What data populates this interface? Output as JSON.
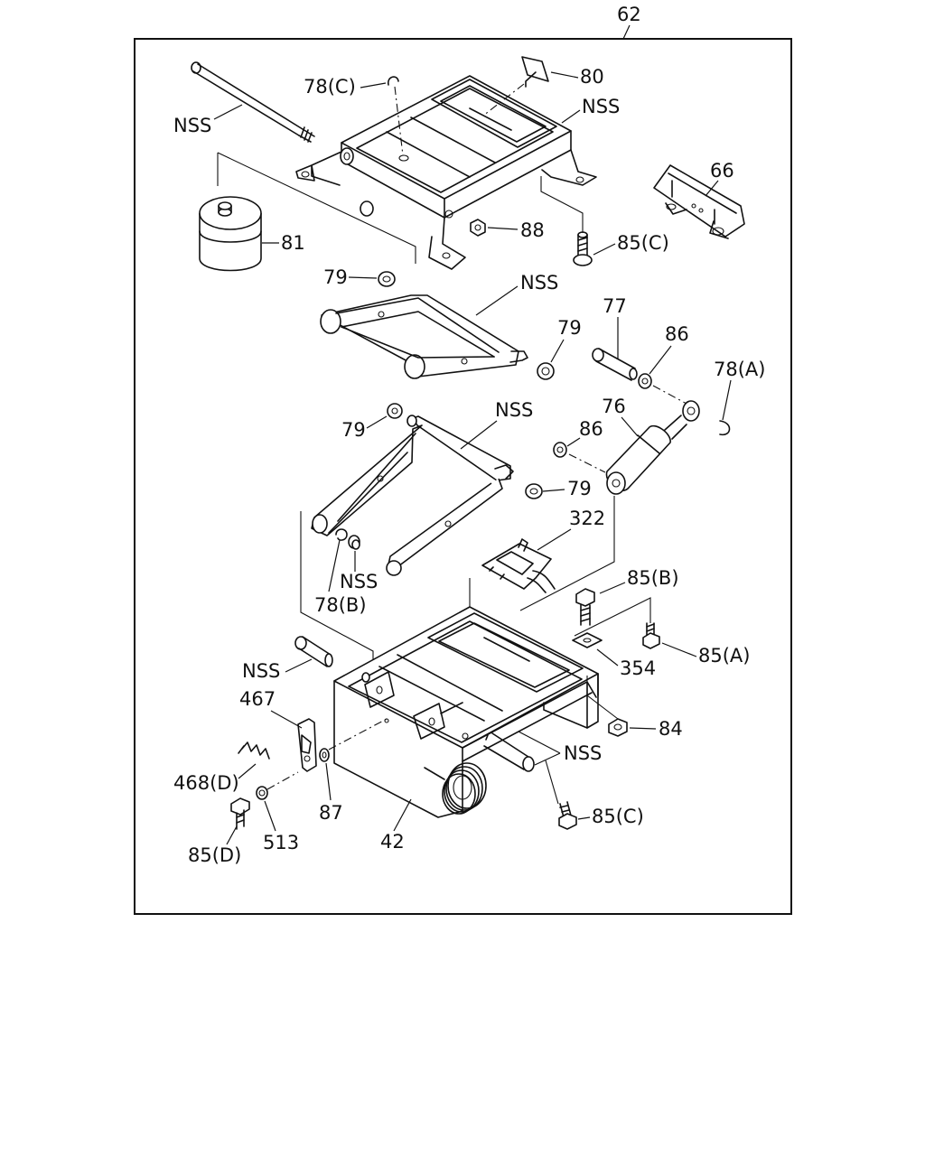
{
  "diagram": {
    "assembly_number": "62",
    "labels": {
      "p78c": "78(C)",
      "p80": "80",
      "nss_rod": "NSS",
      "nss_top_frame": "NSS",
      "p66": "66",
      "p81": "81",
      "p88": "88",
      "p85c_top": "85(C)",
      "p79_a": "79",
      "nss_upper_arm": "NSS",
      "p77": "77",
      "p79_b": "79",
      "p86_a": "86",
      "p78a": "78(A)",
      "p79_c": "79",
      "nss_lower_arm": "NSS",
      "p76": "76",
      "p86_b": "86",
      "p79_d": "79",
      "p322": "322",
      "nss_bushing": "NSS",
      "p78b": "78(B)",
      "p85b": "85(B)",
      "p354": "354",
      "p85a": "85(A)",
      "nss_bolt": "NSS",
      "p467": "467",
      "p84": "84",
      "nss_pins": "NSS",
      "p468d": "468(D)",
      "p87": "87",
      "p85c_bottom": "85(C)",
      "p513": "513",
      "p42": "42",
      "p85d": "85(D)"
    }
  }
}
